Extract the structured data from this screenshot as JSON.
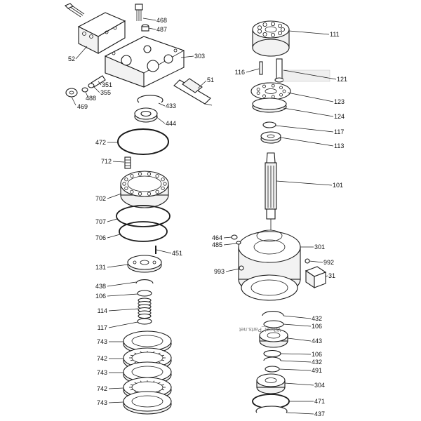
{
  "diagram": {
    "watermark": "Wheel_Parts.net",
    "labels": {
      "p52": "52",
      "p468": "468",
      "p487": "487",
      "p303": "303",
      "p51": "51",
      "p351": "351",
      "p355": "355",
      "p488": "488",
      "p469": "469",
      "p433": "433",
      "p444": "444",
      "p472": "472",
      "p712": "712",
      "p702": "702",
      "p707": "707",
      "p706": "706",
      "p451": "451",
      "p131": "131",
      "p438": "438",
      "p106a": "106",
      "p114": "114",
      "p117a": "117",
      "p743a": "743",
      "p742a": "742",
      "p743b": "743",
      "p742b": "742",
      "p743c": "743",
      "p111": "111",
      "p116": "116",
      "p121": "121",
      "p123": "123",
      "p124": "124",
      "p117b": "117",
      "p113": "113",
      "p101": "101",
      "p464": "464",
      "p485": "485",
      "p301": "301",
      "p993": "993",
      "p992": "992",
      "p31": "31",
      "p432a": "432",
      "p106b": "106",
      "p443": "443",
      "p106c": "106",
      "p432b": "432",
      "p491": "491",
      "p304": "304",
      "p471": "471",
      "p437": "437"
    }
  }
}
